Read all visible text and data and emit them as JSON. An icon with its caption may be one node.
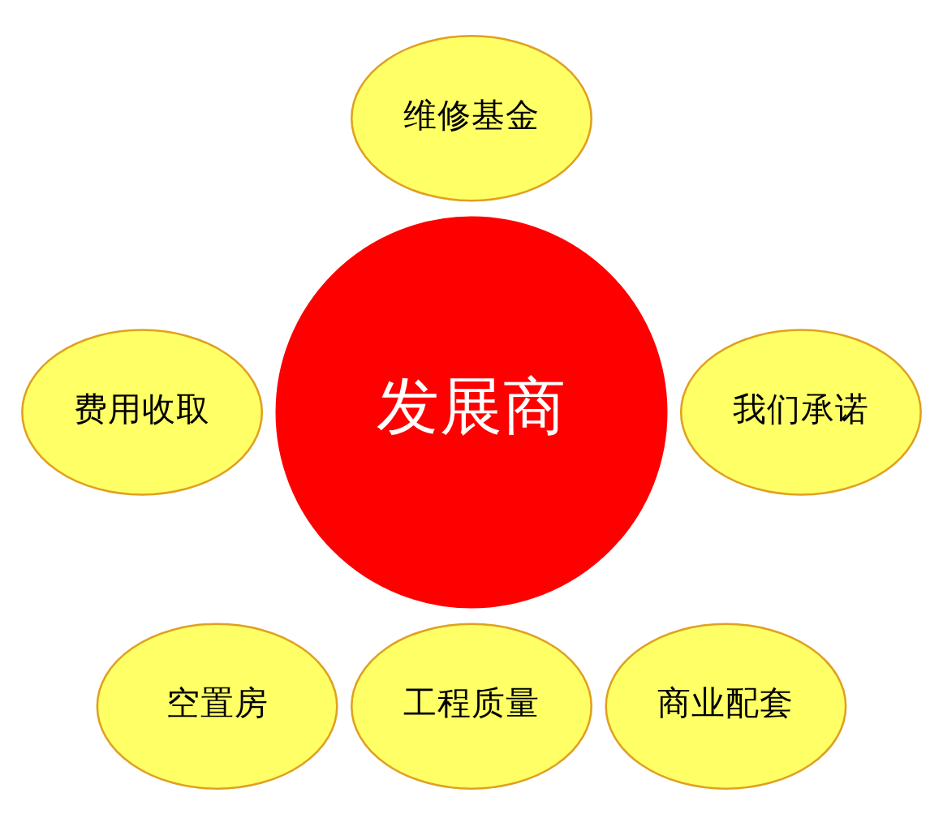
{
  "diagram": {
    "nodes": [
      {
        "text": [
          "发展商"
        ]
      },
      {
        "text": [
          "维修基金"
        ]
      },
      {
        "text": [
          "我们承诺"
        ]
      },
      {
        "text": [
          "费用收取"
        ]
      },
      {
        "text": [
          "商业配套"
        ]
      },
      {
        "text": [
          "空置房"
        ]
      },
      {
        "text": [
          "工程质量"
        ]
      }
    ]
  }
}
